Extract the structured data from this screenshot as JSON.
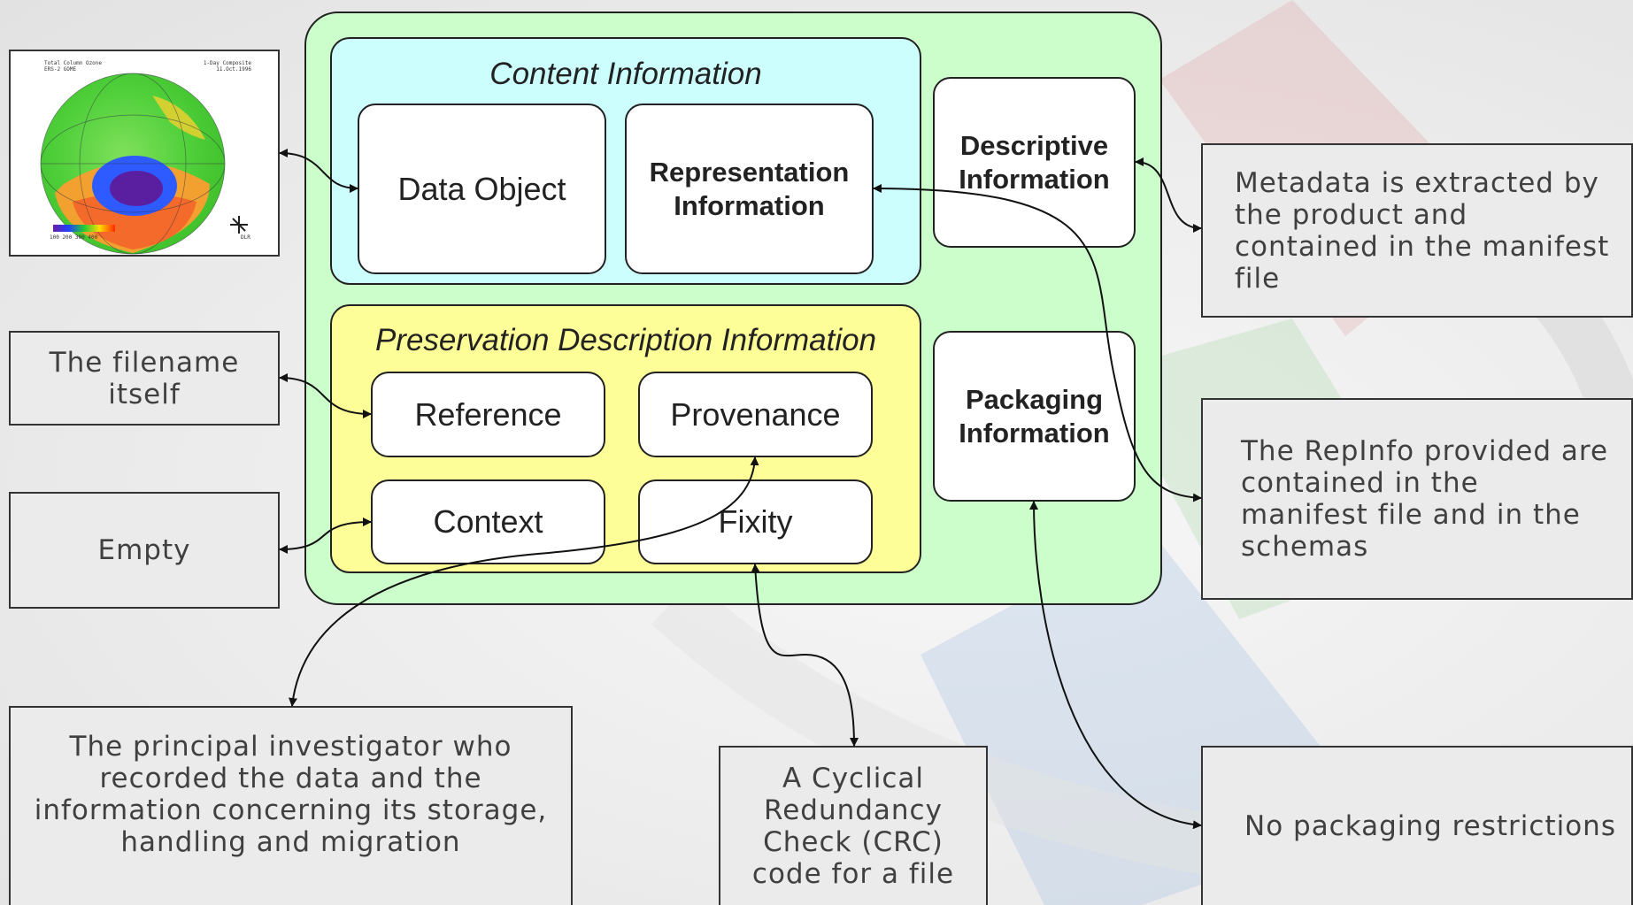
{
  "content_group": {
    "title": "Content Information",
    "data_object": "Data Object",
    "representation_info": "Representation Information"
  },
  "descriptive_info": "Descriptive Information",
  "packaging_info": "Packaging Information",
  "pdi_group": {
    "title": "Preservation Description Information",
    "reference": "Reference",
    "provenance": "Provenance",
    "context": "Context",
    "fixity": "Fixity"
  },
  "notes": {
    "filename": "The filename itself",
    "empty": "Empty",
    "metadata": "Metadata is extracted by the product and contained in the manifest file",
    "repinfo": "The RepInfo provided are contained in the manifest file and in the schemas",
    "packaging": "No packaging restrictions",
    "investigator": "The principal investigator who recorded the data and the information concerning its storage, handling and migration",
    "crc": "A Cyclical Redundancy Check (CRC) code for a file"
  },
  "image": {
    "caption_left": "Total Column Ozone\nERS-2 GOME",
    "caption_right": "1-Day Composite\n11.Oct.1996",
    "scale_labels": "100  200  300  400",
    "logo": "DLR"
  },
  "colors": {
    "outer_container": "#ccfecc",
    "content_group": "#ccfefe",
    "pdi_group": "#fefe99",
    "note_fill": "#ebebeb"
  }
}
